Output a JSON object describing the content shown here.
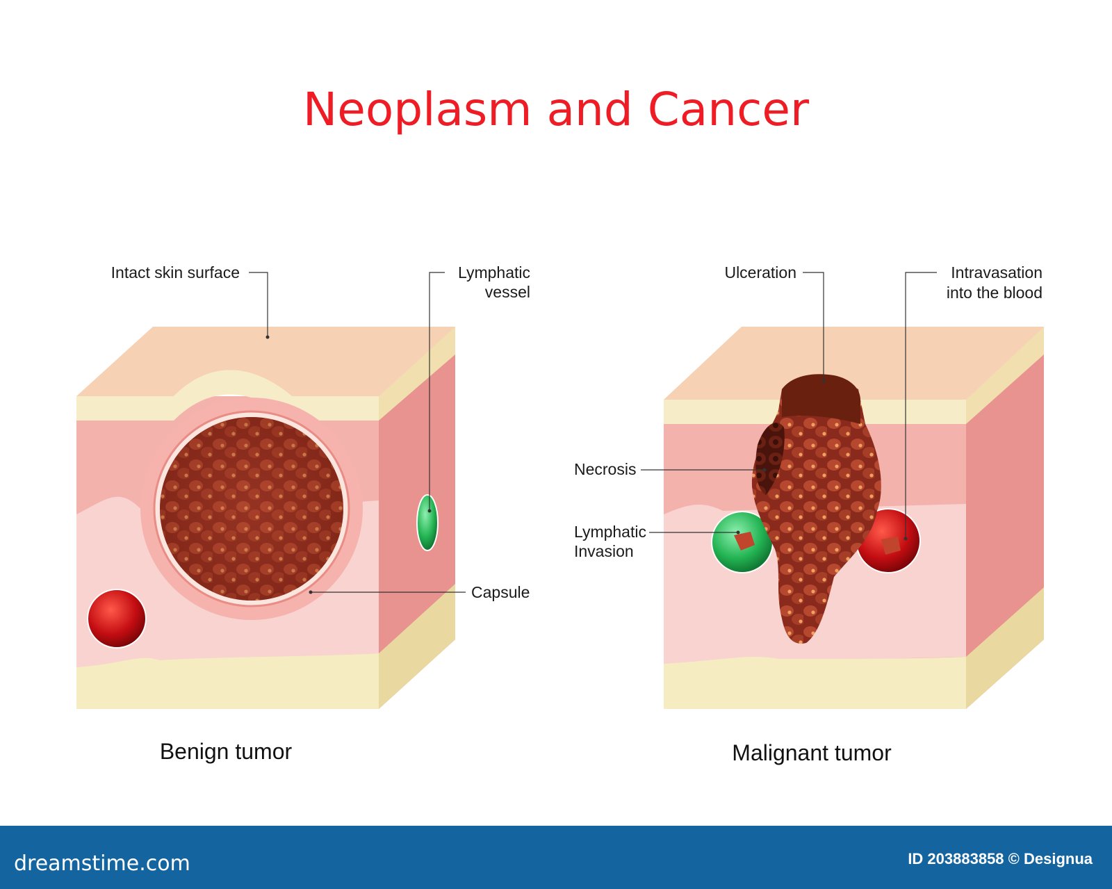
{
  "title": "Neoplasm and Cancer",
  "benign": {
    "caption": "Benign tumor",
    "labels": {
      "intact_skin": "Intact skin surface",
      "lymphatic_vessel_line1": "Lymphatic",
      "lymphatic_vessel_line2": "vessel",
      "capsule": "Capsule"
    }
  },
  "malignant": {
    "caption": "Malignant tumor",
    "labels": {
      "ulceration": "Ulceration",
      "intravasation_line1": "Intravasation",
      "intravasation_line2": "into the blood",
      "necrosis": "Necrosis",
      "lymphatic_invasion_line1": "Lymphatic",
      "lymphatic_invasion_line2": "Invasion"
    }
  },
  "footer": {
    "logo": "dreamstime.com",
    "id_text": "ID 203883858 © Designua",
    "bar_color": "#1464a0"
  },
  "colors": {
    "title": "#ee1c24",
    "epidermis": "#f7d1b4",
    "dermis": "#f4a9a4",
    "hypodermis": "#f6ecc1",
    "tumor": "#8a2a1c",
    "blood_vessel": "#d0141a",
    "lymph_vessel": "#27b35a"
  }
}
